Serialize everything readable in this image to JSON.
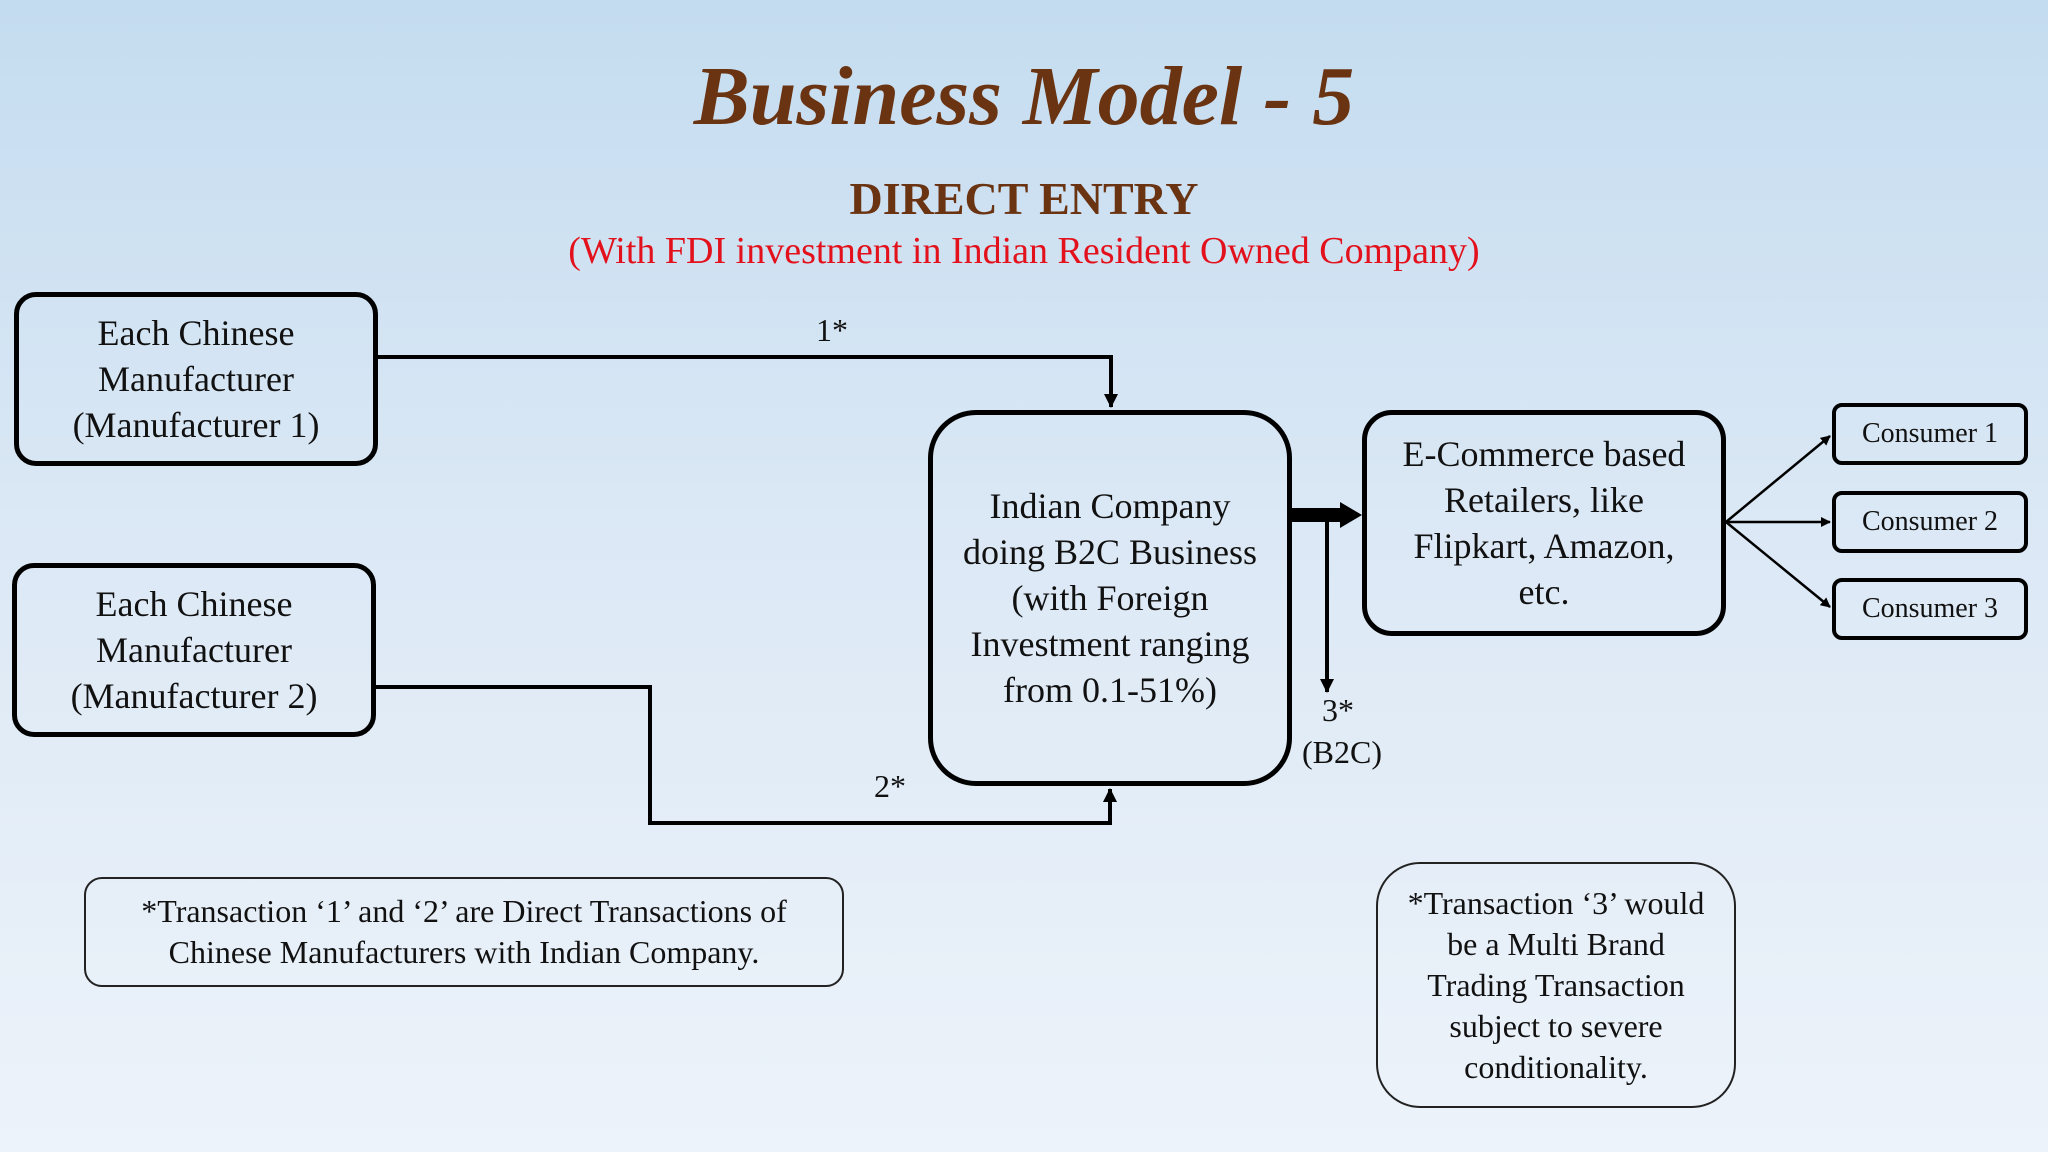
{
  "header": {
    "title": "Business Model - 5",
    "subtitle": "DIRECT ENTRY",
    "subtitle_detail": "(With FDI investment in Indian Resident Owned Company)"
  },
  "nodes": {
    "manufacturer_1": "Each Chinese Manufacturer (Manufacturer 1)",
    "manufacturer_2": "Each Chinese Manufacturer (Manufacturer 2)",
    "indian_company": "Indian Company doing B2C Business (with Foreign Investment ranging from 0.1-51%)",
    "ecommerce": "E-Commerce based Retailers, like Flipkart, Amazon, etc.",
    "consumers": [
      "Consumer 1",
      "Consumer 2",
      "Consumer 3"
    ]
  },
  "edge_labels": {
    "t1": "1*",
    "t2": "2*",
    "t3": "3*",
    "t3_type": "(B2C)"
  },
  "notes": {
    "note_1_2": "*Transaction ‘1’ and ‘2’ are Direct Transactions of Chinese Manufacturers with Indian Company.",
    "note_3": "*Transaction ‘3’ would be a Multi Brand Trading Transaction subject to severe conditionality."
  },
  "colors": {
    "title": "#6a3311",
    "subtitle_detail": "#e3111b"
  }
}
